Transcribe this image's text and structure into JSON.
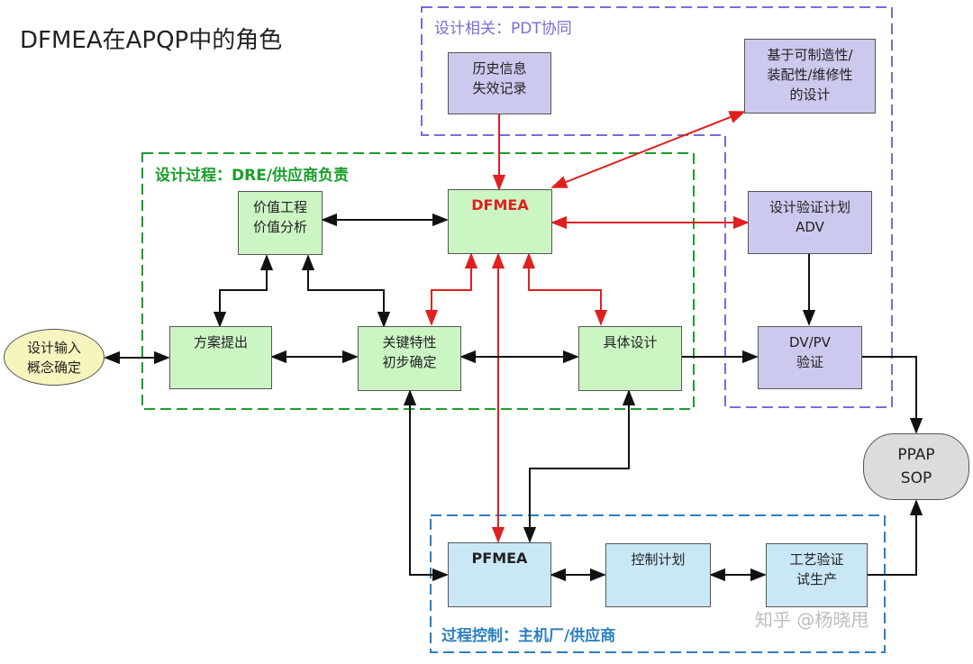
{
  "title": "DFMEA在APQP中的角色",
  "groups": {
    "design_related": {
      "label": "设计相关：PDT协同",
      "color": "#7a6bd6"
    },
    "design_process": {
      "label": "设计过程：DRE/供应商负责",
      "color": "#1a9e2a"
    },
    "process_control": {
      "label": "过程控制：主机厂/供应商",
      "color": "#2a7fc0"
    }
  },
  "nodes": {
    "history": [
      "历史信息",
      "失效记录"
    ],
    "dfm": [
      "基于可制造性/",
      "装配性/维修性",
      "的设计"
    ],
    "value_eng": [
      "价值工程",
      "价值分析"
    ],
    "dfmea": [
      "DFMEA"
    ],
    "adv": [
      "设计验证计划",
      "ADV"
    ],
    "design_input": [
      "设计输入",
      "概念确定"
    ],
    "proposal": [
      "方案提出"
    ],
    "key_char": [
      "关键特性",
      "初步确定"
    ],
    "detail_design": [
      "具体设计"
    ],
    "dvpv": [
      "DV/PV",
      "验证"
    ],
    "ppap": [
      "PPAP",
      "SOP"
    ],
    "pfmea": [
      "PFMEA"
    ],
    "control_plan": [
      "控制计划"
    ],
    "process_val": [
      "工艺验证",
      "试生产"
    ]
  },
  "colors": {
    "dfmea_text": "#e02020",
    "red_arrow": "#e02020",
    "black_arrow": "#111111"
  },
  "watermark": "知乎 @杨晓甩"
}
